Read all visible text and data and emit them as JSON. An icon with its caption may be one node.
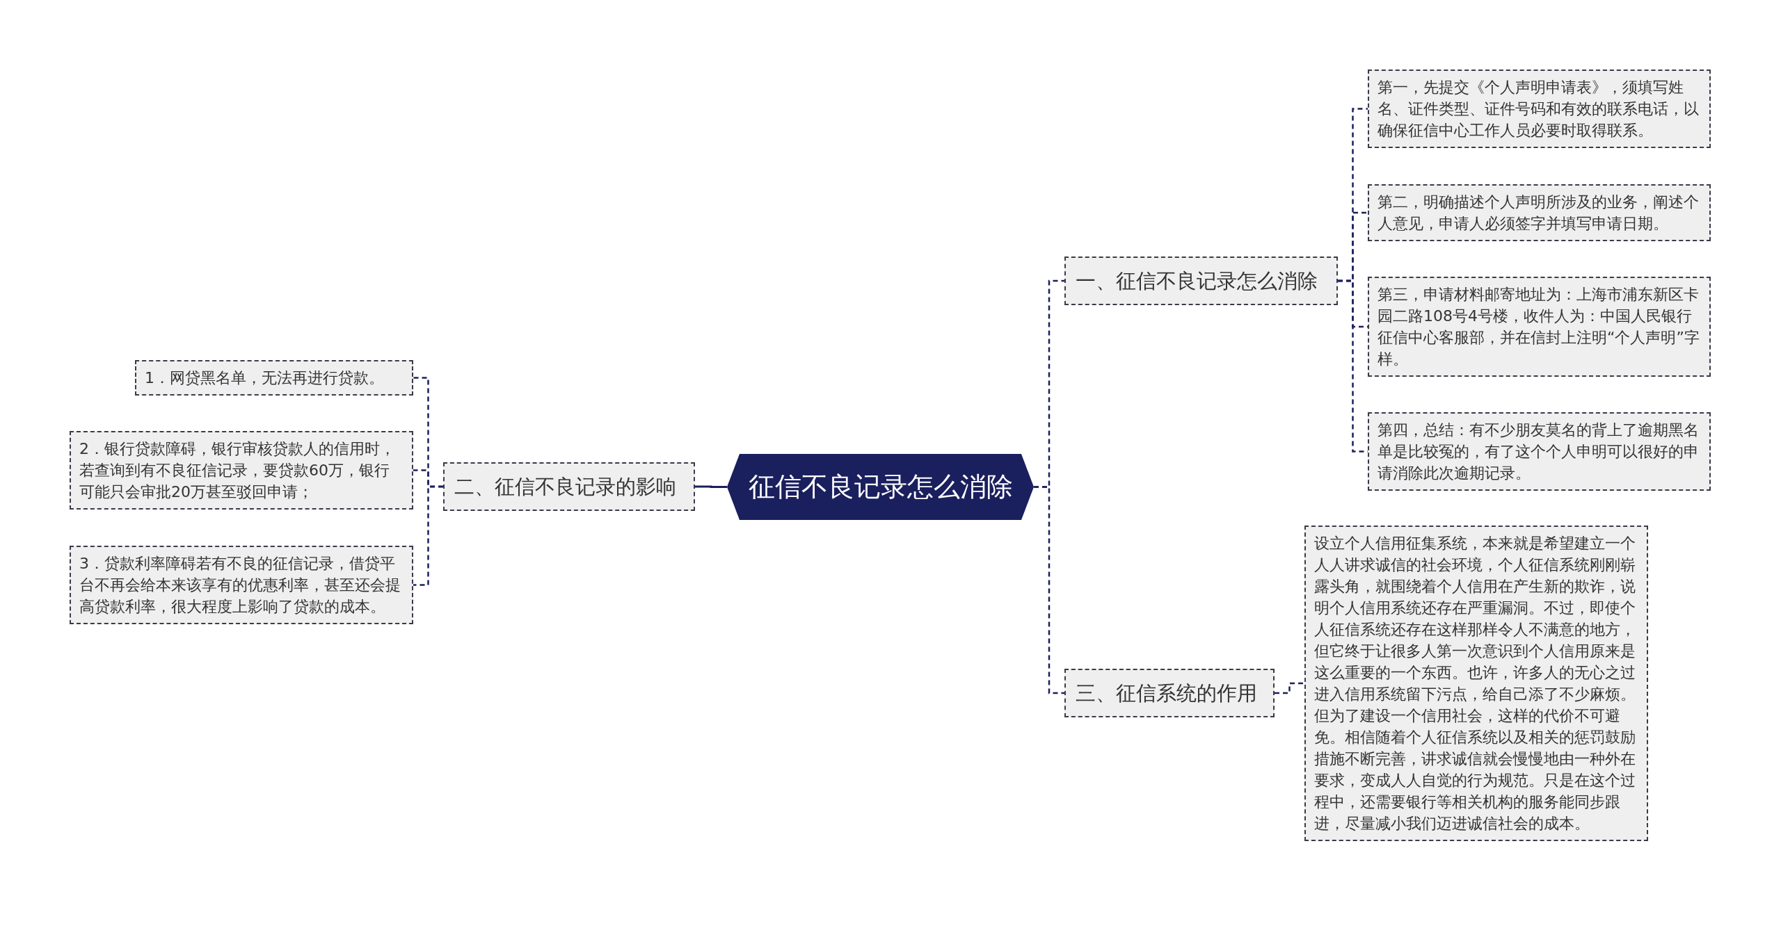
{
  "diagram": {
    "nodes": [
      {
        "text": [
          "征信不良记录怎么消除"
        ]
      },
      {
        "text": [
          "一、征信不良记录怎么消除"
        ]
      },
      {
        "text": [
          "第一，先提交《个人声明申请表》，须填写姓名、证件类型、证件号码和有效的联系电话，以确保征信中心工作人员必要时取得联系。"
        ]
      },
      {
        "text": [
          "第二，明确描述个人声明所涉及的业务，阐述个人意见，申请人必须签字并填写申请日期。"
        ]
      },
      {
        "text": [
          "第三，申请材料邮寄地址为：上海市浦东新区卡园二路108号4号楼，收件人为：中国人民银行征信中心客服部，并在信封上注明“个人声明”字样。"
        ]
      },
      {
        "text": [
          "第四，总结：有不少朋友莫名的背上了逾期黑名单是比较冤的，有了这个个人申明可以很好的申请消除此次逾期记录。"
        ]
      },
      {
        "text": [
          "二、征信不良记录的影响"
        ]
      },
      {
        "text": [
          "1．网贷黑名单，无法再进行贷款。"
        ]
      },
      {
        "text": [
          "2．银行贷款障碍，银行审核贷款人的信用时，若查询到有不良征信记录，要贷款60万，银行可能只会审批20万甚至驳回申请；"
        ]
      },
      {
        "text": [
          "3．贷款利率障碍若有不良的征信记录，借贷平台不再会给本来该享有的优惠利率，甚至还会提高贷款利率，很大程度上影响了贷款的成本。"
        ]
      },
      {
        "text": [
          "三、征信系统的作用"
        ]
      },
      {
        "text": [
          "设立个人信用征集系统，本来就是希望建立一个人人讲求诚信的社会环境，个人征信系统刚刚崭露头角，就围绕着个人信用在产生新的欺诈，说明个人信用系统还存在严重漏洞。不过，即使个人征信系统还存在这样那样令人不满意的地方，但它终于让很多人第一次意识到个人信用原来是这么重要的一个东西。也许，许多人的无心之过进入信用系统留下污点，给自己添了不少麻烦。但为了建设一个信用社会，这样的代价不可避免。相信随着个人征信系统以及相关的惩罚鼓励措施不断完善，讲求诚信就会慢慢地由一种外在要求，变成人人自觉的行为规范。只是在这个过程中，还需要银行等相关机构的服务能同步跟进，尽量减小我们迈进诚信社会的成本。"
        ]
      }
    ],
    "edges": [
      {
        "from": 0,
        "to": 1,
        "arrow": "none",
        "style": "dashed"
      },
      {
        "from": 1,
        "to": 2,
        "arrow": "none",
        "style": "dashed"
      },
      {
        "from": 1,
        "to": 3,
        "arrow": "none",
        "style": "dashed"
      },
      {
        "from": 1,
        "to": 4,
        "arrow": "none",
        "style": "dashed"
      },
      {
        "from": 1,
        "to": 5,
        "arrow": "none",
        "style": "dashed"
      },
      {
        "from": 0,
        "to": 6,
        "arrow": "none"
      },
      {
        "from": 6,
        "to": 7,
        "arrow": "none",
        "style": "dashed"
      },
      {
        "from": 6,
        "to": 8,
        "arrow": "none",
        "style": "dashed"
      },
      {
        "from": 6,
        "to": 9,
        "arrow": "none",
        "style": "dashed"
      },
      {
        "from": 0,
        "to": 10,
        "arrow": "none",
        "style": "dashed"
      },
      {
        "from": 10,
        "to": 11,
        "arrow": "none",
        "style": "dashed"
      }
    ]
  }
}
